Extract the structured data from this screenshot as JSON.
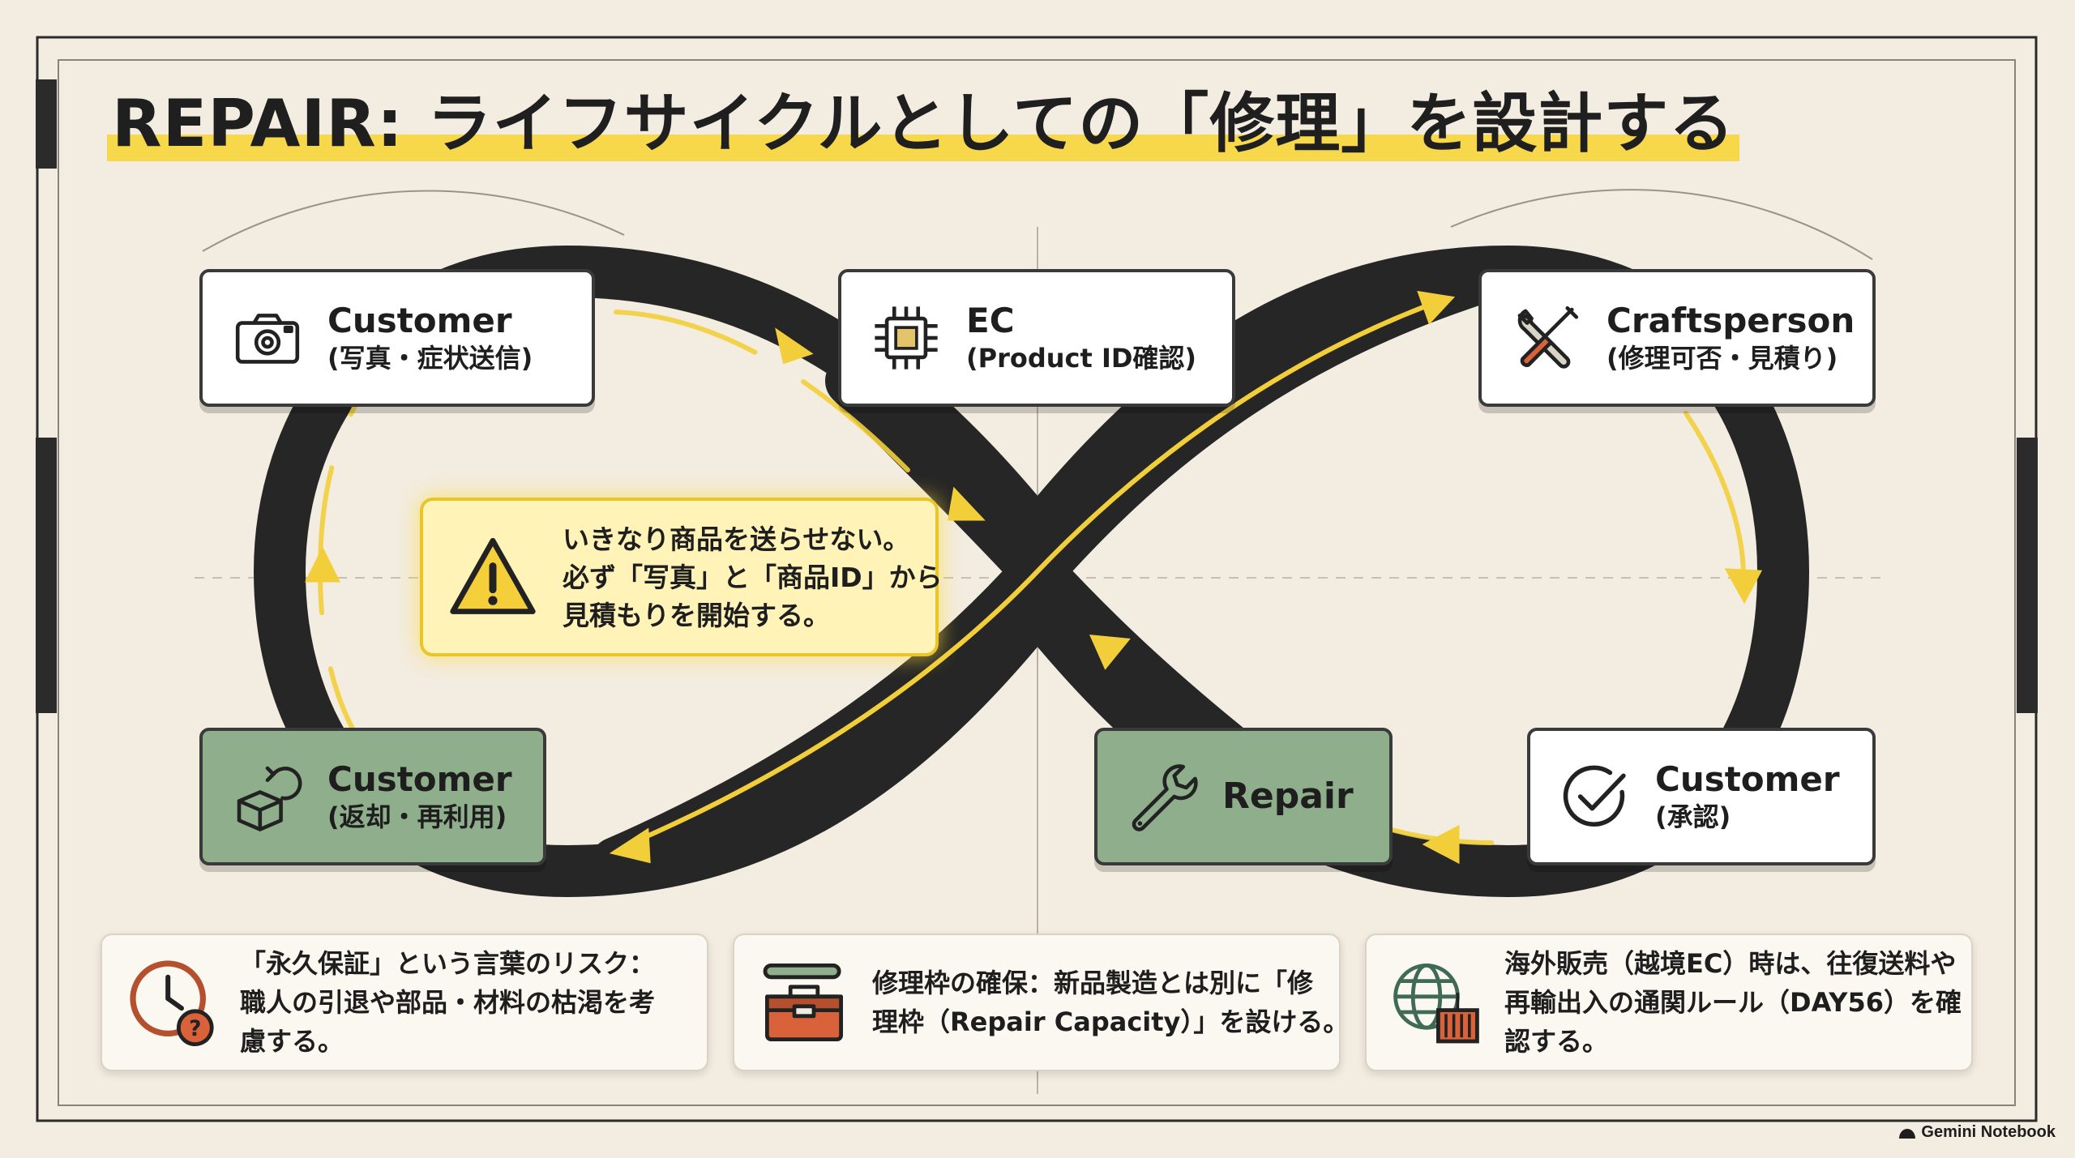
{
  "title": "REPAIR: ライフサイクルとしての「修理」を設計する",
  "nodes": [
    {
      "name": "Customer",
      "sub": "(写真・症状送信)",
      "icon": "camera-icon"
    },
    {
      "name": "EC",
      "sub": "(Product ID確認)",
      "icon": "chip-icon"
    },
    {
      "name": "Craftsperson",
      "sub": "(修理可否・見積り)",
      "icon": "tools-icon"
    },
    {
      "name": "Customer",
      "sub": "(承認)",
      "icon": "check-circle-icon"
    },
    {
      "name": "Repair",
      "icon": "wrench-icon"
    },
    {
      "name": "Customer",
      "sub": "(返却・再利用)",
      "icon": "return-box-icon"
    }
  ],
  "callout": {
    "icon": "warning-icon",
    "lines": [
      "いきなり商品を送らせない。",
      "必ず「写真」と「商品ID」から",
      "見積もりを開始する。"
    ]
  },
  "notes": [
    {
      "icon": "clock-question-icon",
      "lines": [
        "「永久保証」という言葉のリスク：",
        "職人の引退や部品・材料の枯渇を考",
        "慮する。"
      ]
    },
    {
      "icon": "toolbox-icon",
      "lines": [
        "修理枠の確保：新品製造とは別に「修",
        "理枠（Repair Capacity）」を設ける。"
      ]
    },
    {
      "icon": "globe-container-icon",
      "lines": [
        "海外販売（越境EC）時は、往復送料や",
        "再輸出入の通関ルール（DAY56）を確",
        "認する。"
      ]
    }
  ],
  "watermark": "Gemini Notebook",
  "colors": {
    "background": "#f3ece0",
    "road": "#262626",
    "road_line": "#f2cf3a",
    "highlight": "#f7d84a",
    "node_green": "#8fae8c",
    "callout_fill": "#fff3b8"
  }
}
